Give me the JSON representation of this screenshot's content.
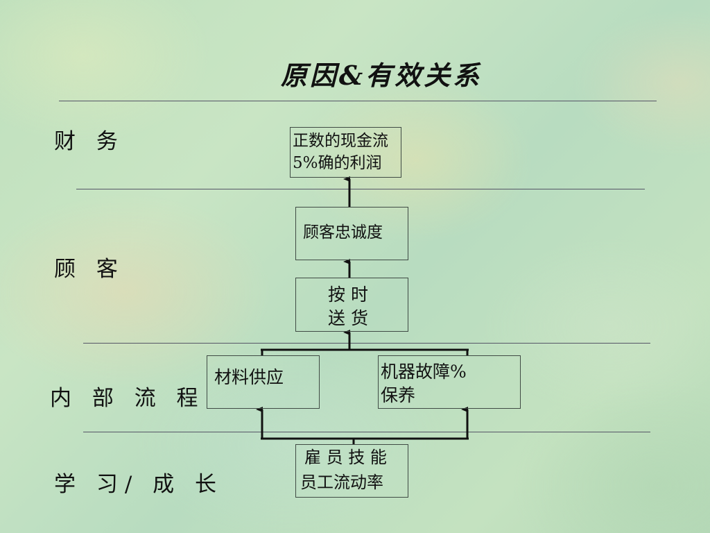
{
  "title": "原因&有效关系",
  "sections": {
    "finance": "财 务",
    "customer": "顾 客",
    "internal_process": "内 部 流 程",
    "learning_growth": "学 习/ 成 长"
  },
  "boxes": {
    "cash_profit": {
      "line1": "正数的现金流",
      "line2": "5%确的利润"
    },
    "loyalty": {
      "line1": "顾客忠诚度"
    },
    "on_time": {
      "line1": "按 时",
      "line2": "送 货"
    },
    "materials": {
      "line1": "材料供应"
    },
    "machine": {
      "line1": "机器故障%",
      "line2": "保养"
    },
    "staff": {
      "line1": "雇 员 技 能",
      "line2": "员工流动率"
    }
  }
}
